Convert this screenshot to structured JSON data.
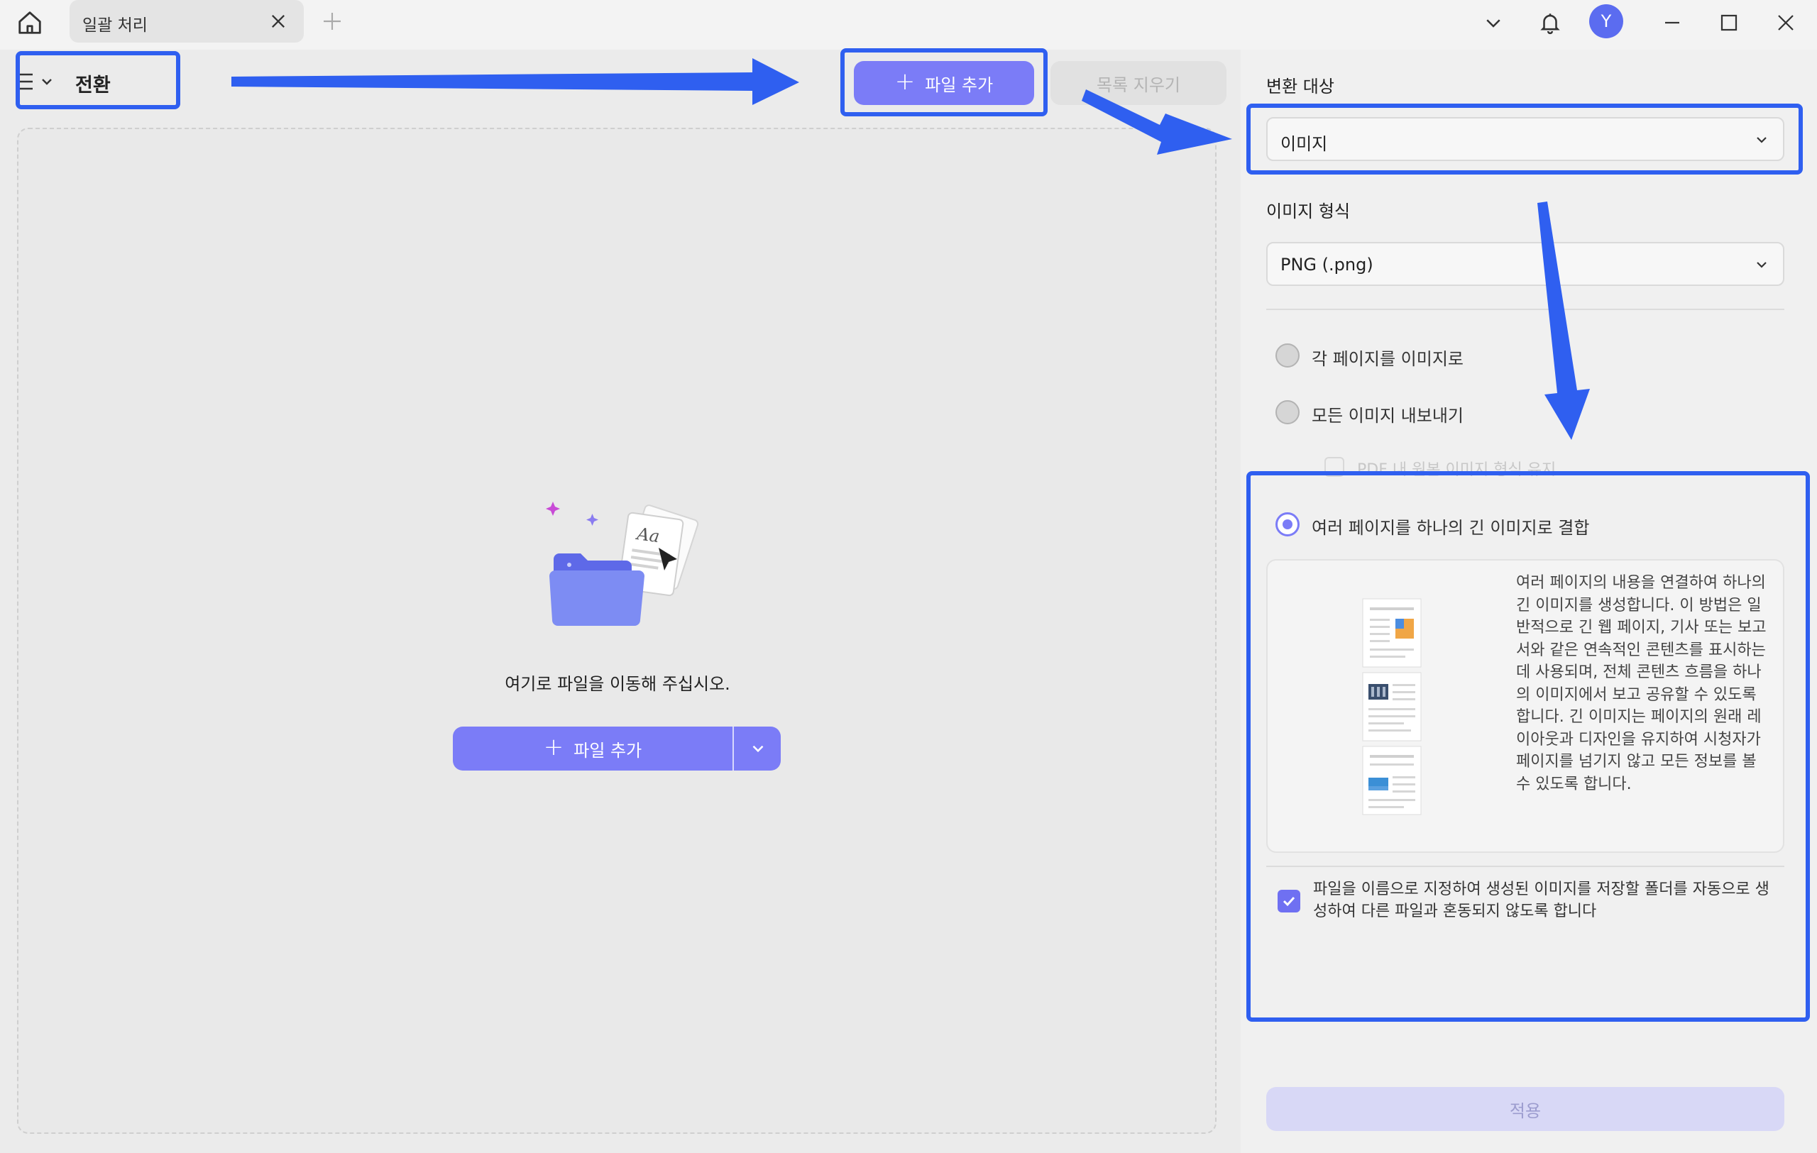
{
  "titlebar": {
    "tab_label": "일괄 처리",
    "avatar_letter": "Y"
  },
  "toolbar": {
    "mode_label": "전환",
    "add_file_label": "파일 추가",
    "clear_list_label": "목록 지우기"
  },
  "dropzone": {
    "hint": "여기로 파일을 이동해 주십시오.",
    "add_file_label": "파일 추가"
  },
  "panel": {
    "target_label": "변환 대상",
    "target_value": "이미지",
    "format_label": "이미지 형식",
    "format_value": "PNG (.png)",
    "options": [
      {
        "label": "각 페이지를 이미지로",
        "selected": false
      },
      {
        "label": "모든 이미지 내보내기",
        "selected": false
      },
      {
        "label": "여러 페이지를 하나의 긴 이미지로 결합",
        "selected": true
      }
    ],
    "faded_option": "PDF 내 원본 이미지 형식 유지",
    "description": "여러 페이지의 내용을 연결하여 하나의 긴 이미지를 생성합니다. 이 방법은 일반적으로 긴 웹 페이지, 기사 또는 보고서와 같은 연속적인 콘텐츠를 표시하는 데 사용되며, 전체 콘텐츠 흐름을 하나의 이미지에서 보고 공유할 수 있도록 합니다. 긴 이미지는 페이지의 원래 레이아웃과 디자인을 유지하여 시청자가 페이지를 넘기지 않고 모든 정보를 볼 수 있도록 합니다.",
    "folder_checkbox_label": "파일을 이름으로 지정하여 생성된 이미지를 저장할 폴더를 자동으로 생성하여 다른 파일과 혼동되지 않도록 합니다",
    "folder_checkbox_checked": true,
    "apply_label": "적용"
  },
  "colors": {
    "accent": "#7b7cf7",
    "annotation": "#2f5ff0"
  }
}
